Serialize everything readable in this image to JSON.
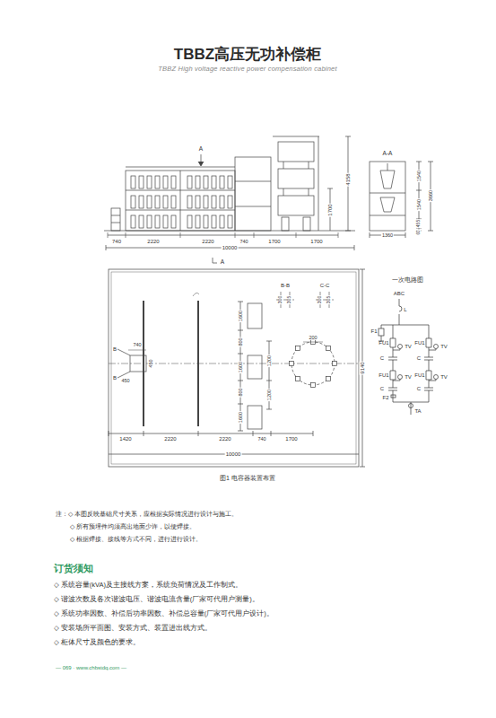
{
  "diagram": {
    "title": "TBBZ高压无功补偿柜",
    "caption": "图1 电容器装置布置",
    "labels": [
      "TBBZ High voltage reactive power compensation cabinet",
      "A",
      "740",
      "2220",
      "2220",
      "740",
      "1700",
      "1700",
      "10000",
      "A",
      "4158",
      "1700",
      "A-A",
      "1540",
      "1540",
      "3660",
      "455",
      "60",
      "1360",
      "B-B",
      "300",
      "305",
      "C-C",
      "300",
      "305",
      "740",
      "B",
      "450",
      "B",
      "450",
      "1600",
      "800",
      "1600",
      "800",
      "1600",
      "1200",
      "1200",
      "200",
      "1420",
      "2220",
      "2220",
      "740",
      "1700",
      "10000",
      "9140",
      "一次电路图",
      "ABC",
      "L",
      "F1",
      "FU1",
      "TV",
      "FU1",
      "TV",
      "C",
      "C",
      "FU1",
      "TV",
      "FU1",
      "TV",
      "C",
      "C",
      "F2",
      "TA",
      "注：◇ 本图反映基础尺寸关系，应根据实际情况进行设计与施工。",
      "◇ 所有预埋件均须高出地面少许，以便焊接。",
      "◇ 根据焊接、接线等方式不同，进行进行设计。",
      "订货须知",
      "◇ 系统容量(kVA)及主接线方案，系统负荷情况及工作制式。",
      "◇ 谐波次数及各次谐波电压、谐波电流含量(厂家可代用户测量)。",
      "◇ 系统功率因数、补偿后功率因数、补偿总容量(厂家可代用户设计)。",
      "◇ 安装场所平面图、安装方式、装置进出线方式。",
      "◇ 柜体尺寸及颜色的要求。",
      "— 069 · www.chbstdq.com —"
    ]
  }
}
